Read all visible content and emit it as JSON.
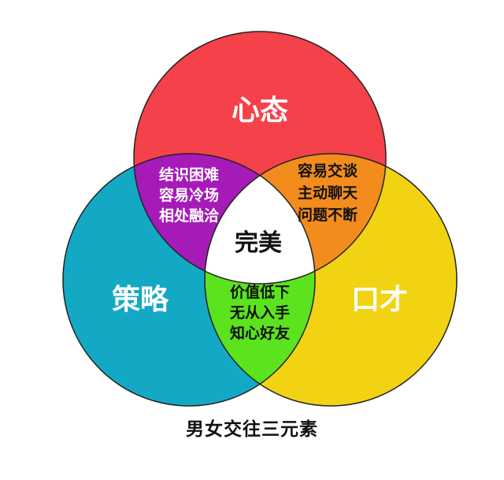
{
  "colors": {
    "top": "#F5414A",
    "left": "#13A9C4",
    "right": "#F1D313",
    "top_left": "#A61AB8",
    "top_right": "#F28C1C",
    "left_right": "#5BE31E",
    "center": "#FFFFFF",
    "outline": "#222222"
  },
  "circles": {
    "top": {
      "label": "心态"
    },
    "left": {
      "label": "策略"
    },
    "right": {
      "label": "口才"
    }
  },
  "intersections": {
    "top_left": [
      "结识困难",
      "容易冷场",
      "相处融洽"
    ],
    "top_right": [
      "容易交谈",
      "主动聊天",
      "问题不断"
    ],
    "left_right": [
      "价值低下",
      "无从入手",
      "知心好友"
    ],
    "center": "完美"
  },
  "caption": "男女交往三元素"
}
